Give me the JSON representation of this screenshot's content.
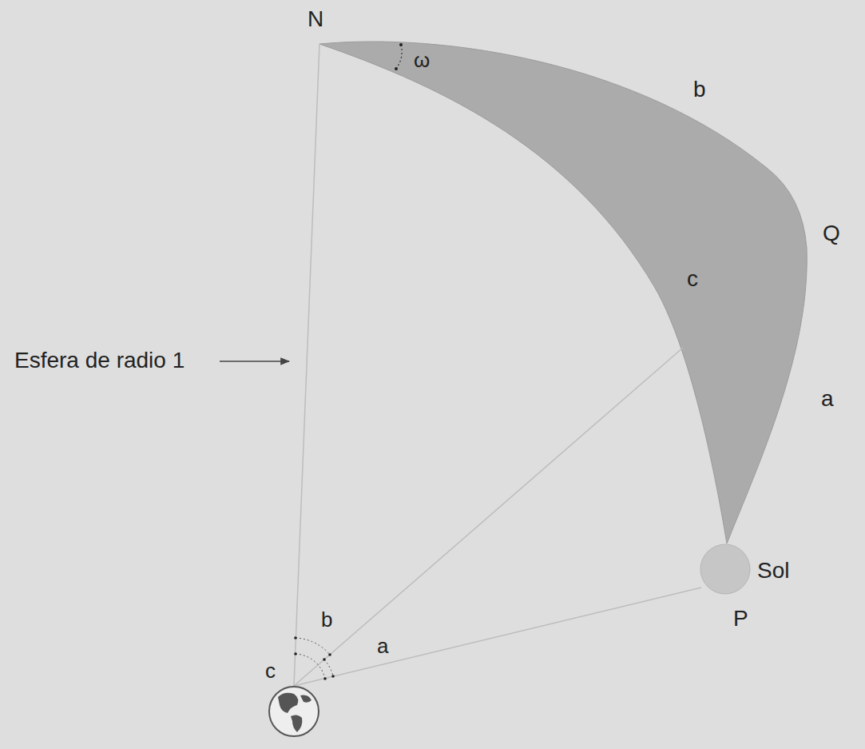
{
  "diagram": {
    "nodes": [
      {
        "text": [
          "Sol"
        ]
      }
    ],
    "labels": [
      "N",
      "ω",
      "b",
      "Q",
      "c",
      "a",
      "P",
      "Esfera de radio 1",
      "b",
      "a",
      "c"
    ]
  }
}
